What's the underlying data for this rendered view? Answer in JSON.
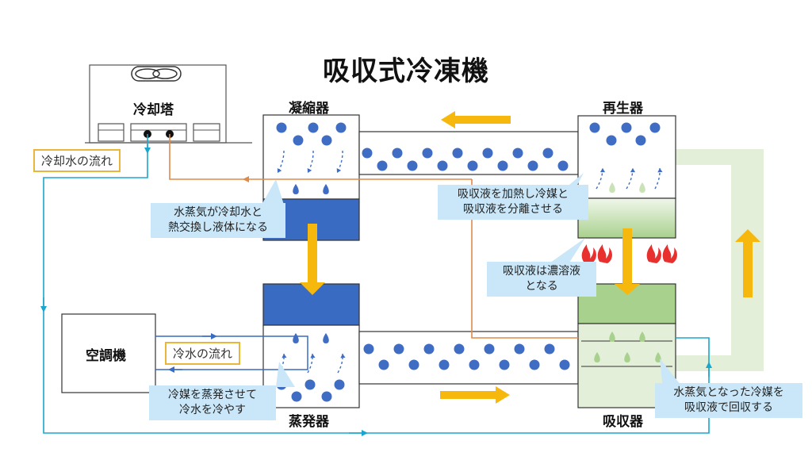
{
  "title": "吸収式冷凍機",
  "units": {
    "cooling_tower": "冷却塔",
    "condenser": "凝縮器",
    "regenerator": "再生器",
    "evaporator": "蒸発器",
    "absorber": "吸収器",
    "air_conditioner": "空調機"
  },
  "flow_labels": {
    "cooling_water": "冷却水の流れ",
    "chilled_water": "冷水の流れ"
  },
  "callouts": {
    "condenser": [
      "水蒸気が冷却水と",
      "熱交換し液体になる"
    ],
    "regenerator": [
      "吸収液を加熱し冷媒と",
      "吸収液を分離させる"
    ],
    "concentrated": [
      "吸収液は濃溶液",
      "となる"
    ],
    "evaporator": [
      "冷媒を蒸発させて",
      "冷水を冷やす"
    ],
    "absorber": [
      "水蒸気となった冷媒を",
      "吸収液で回収する"
    ]
  },
  "colors": {
    "dot_blue": "#3f6dc4",
    "dark_blue": "#3a6bc3",
    "yellow_arrow": "#f6b80d",
    "green_light": "#e4efd9",
    "green_mid": "#a9d18e",
    "cooling_water_line": "#e08a4a",
    "chilled_water_line": "#1aa7cf",
    "callout_bg": "#c9e7f8",
    "flame": "#e8302f"
  },
  "icons": [
    "fan-icon",
    "flame-icon",
    "droplet-icon",
    "vapor-arrow-icon",
    "flow-arrow-icon"
  ]
}
